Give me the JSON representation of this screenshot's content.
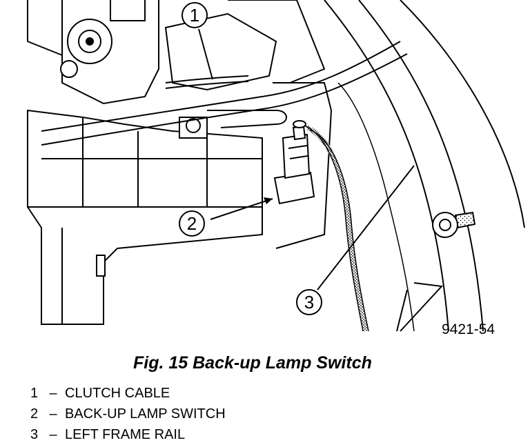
{
  "figure": {
    "number_label": "9421-54",
    "caption": "Fig. 15 Back-up Lamp Switch"
  },
  "callouts": [
    {
      "number": "1"
    },
    {
      "number": "2"
    },
    {
      "number": "3"
    }
  ],
  "legend": [
    {
      "number": "1",
      "separator": "–",
      "label": "CLUTCH CABLE"
    },
    {
      "number": "2",
      "separator": "–",
      "label": "BACK-UP LAMP SWITCH"
    },
    {
      "number": "3",
      "separator": "–",
      "label": "LEFT FRAME RAIL"
    }
  ]
}
